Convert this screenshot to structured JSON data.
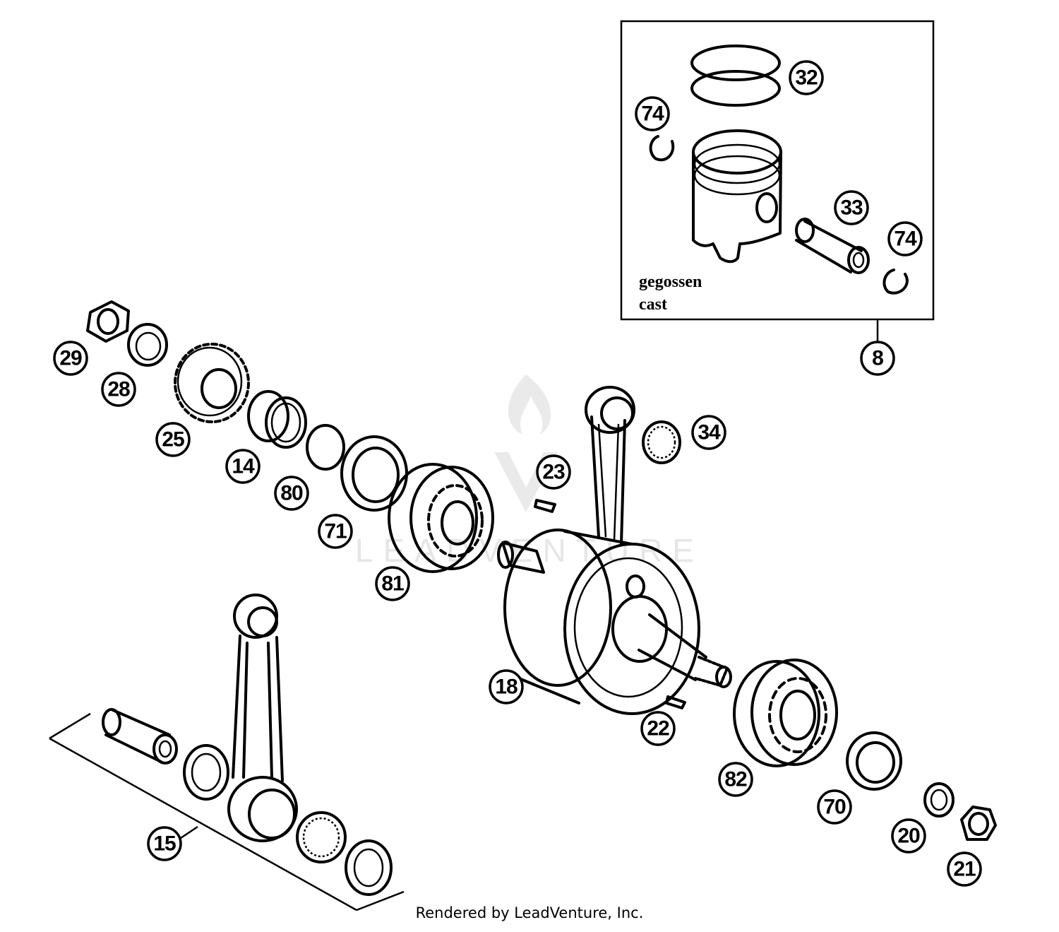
{
  "watermark": {
    "text": "LEADVENTURE"
  },
  "inset": {
    "label_de": "gegossen",
    "label_en": "cast"
  },
  "callouts": {
    "c8": "8",
    "c14": "14",
    "c15": "15",
    "c18": "18",
    "c20": "20",
    "c21": "21",
    "c22": "22",
    "c23": "23",
    "c25": "25",
    "c28": "28",
    "c29": "29",
    "c32": "32",
    "c33": "33",
    "c34": "34",
    "c70": "70",
    "c71": "71",
    "c74a": "74",
    "c74b": "74",
    "c80": "80",
    "c81": "81",
    "c82": "82"
  },
  "footer": {
    "credit": "Rendered by LeadVenture, Inc."
  }
}
